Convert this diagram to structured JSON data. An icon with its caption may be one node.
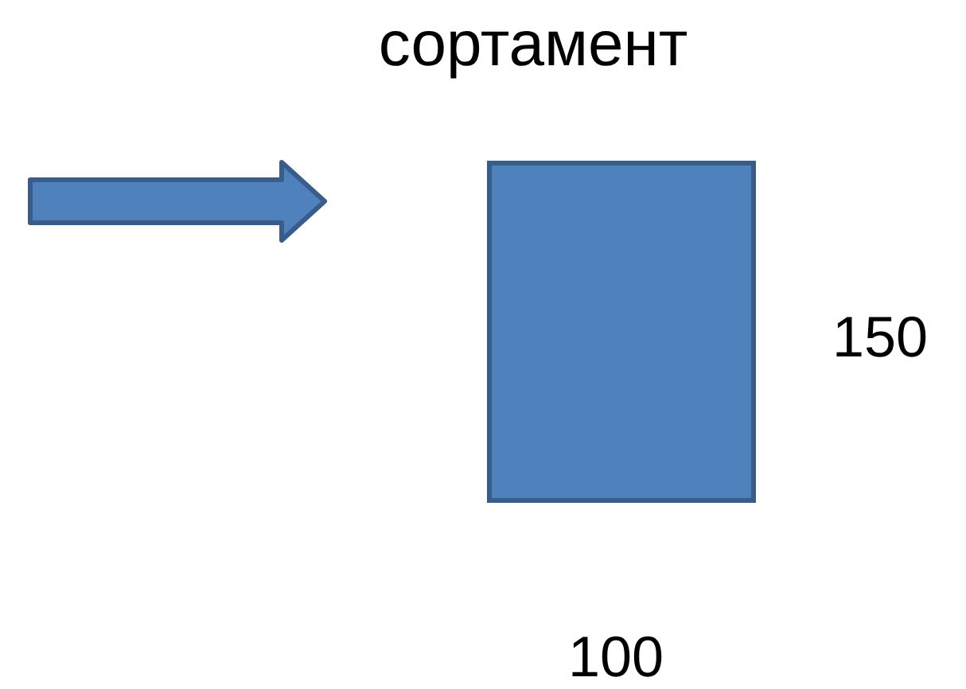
{
  "diagram": {
    "title": "сортамент",
    "nodes": [
      {
        "text": [],
        "shape": "box"
      }
    ],
    "labels": [
      "150",
      "100"
    ]
  }
}
